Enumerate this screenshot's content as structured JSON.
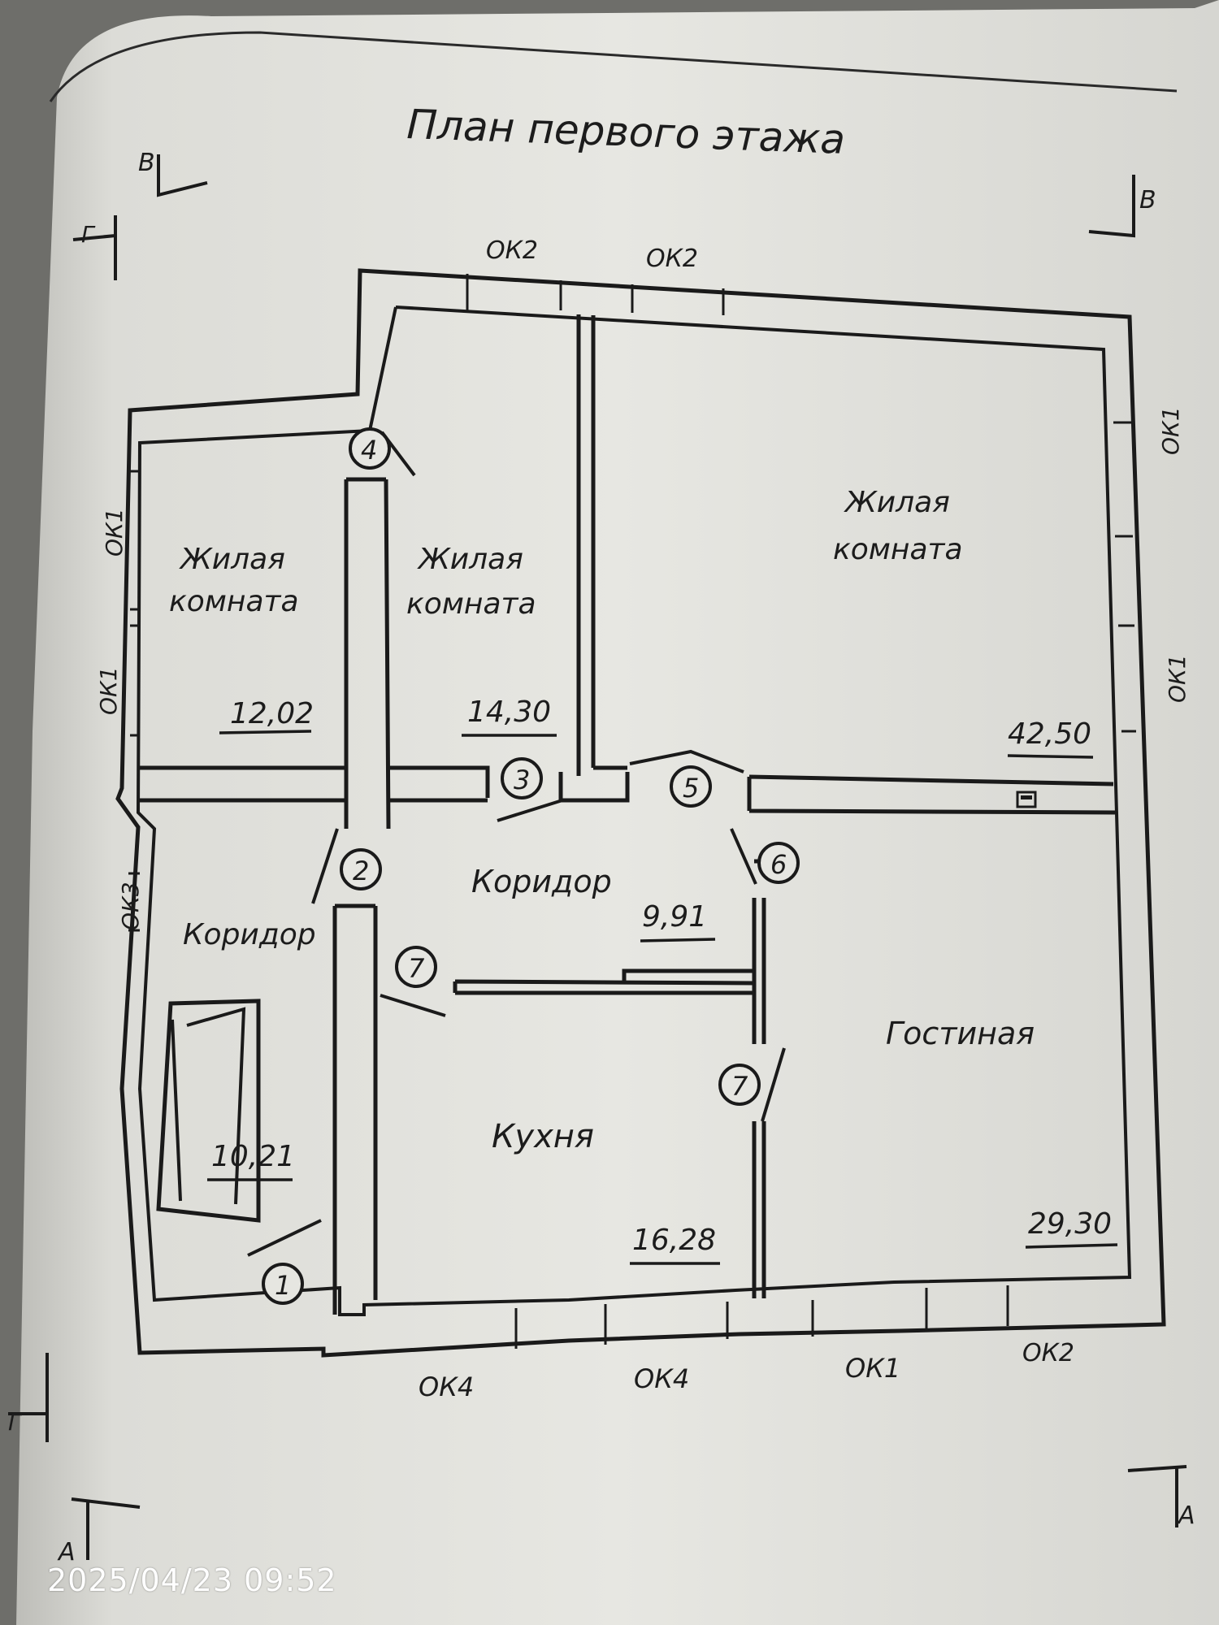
{
  "title": "План первого этажа",
  "section_marks": {
    "top_left": "В",
    "top_right": "В",
    "left_top": "Г",
    "left_bottom": "Г",
    "bottom_left": "А",
    "bottom_right": "А"
  },
  "rooms": [
    {
      "name": "Жилая комната",
      "line1": "Жилая",
      "line2": "комната",
      "area": "12,02"
    },
    {
      "name": "Жилая комната",
      "line1": "Жилая",
      "line2": "комната",
      "area": "14,30"
    },
    {
      "name": "Жилая комната",
      "line1": "Жилая",
      "line2": "комната",
      "area": "42,50"
    },
    {
      "name": "Коридор",
      "area": "9,91"
    },
    {
      "name": "Коридор",
      "area": "10,21"
    },
    {
      "name": "Кухня",
      "area": "16,28"
    },
    {
      "name": "Гостиная",
      "area": "29,30"
    }
  ],
  "doors": [
    "1",
    "2",
    "3",
    "4",
    "5",
    "6",
    "7",
    "7"
  ],
  "windows": {
    "top_1": "ОК2",
    "top_2": "ОК2",
    "left_1": "ОК1",
    "left_2": "ОК1",
    "left_3": "ОК3",
    "right_1": "ОК1",
    "right_2": "ОК1",
    "bottom_1": "ОК4",
    "bottom_2": "ОК4",
    "bottom_3": "ОК1",
    "bottom_4": "ОК2"
  },
  "timestamp": "2025/04/23 09:52",
  "colors": {
    "paper": "#e4e4df",
    "ink": "#1a1a1a",
    "background": "#6e6e6a"
  }
}
